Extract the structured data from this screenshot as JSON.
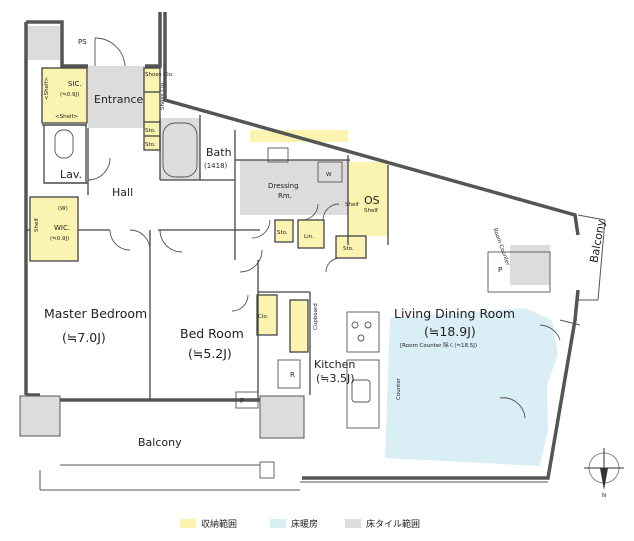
{
  "colors": {
    "storage": "#fbf3b0",
    "floor_heating": "#daeef6",
    "tile": "#dcdcdc",
    "wall": "#555555",
    "line": "#444444"
  },
  "rooms": {
    "ps": "PS",
    "sic": "SIC.",
    "sic_area": "(≒0.9J)",
    "shelf_left": "<Shelf>",
    "shelf_bottom": "<Shelf>",
    "entrance": "Entrance",
    "shoes_clo_1": "Shoes Clo.",
    "shoes_clo_2": "Shoes Clo.",
    "sto_entrance_1": "Sto.",
    "sto_entrance_2": "Sto.",
    "bath": "Bath",
    "bath_size": "(1418)",
    "lav": "Lav.",
    "hall": "Hall",
    "dressing_1": "Dressing",
    "dressing_2": "Rm.",
    "w": "W",
    "os": "OS",
    "os_shelf": "Shelf",
    "os_shelf_left": "Shelf",
    "sto_dressing": "Sto.",
    "lin": "Lin.",
    "sto_os": "Sto.",
    "wic": "WIC.",
    "wic_area": "(≒0.9J)",
    "wic_w": "(W)",
    "wic_shelf": "Shelf",
    "master_bedroom": "Master Bedroom",
    "master_area": "(≒7.0J)",
    "bed_room": "Bed Room",
    "bed_area": "(≒5.2J)",
    "clo": "Clo.",
    "cupboard": "Cupboard",
    "kitchen": "Kitchen",
    "kitchen_area": "(≒3.5J)",
    "r": "R",
    "counter": "Counter",
    "living": "Living Dining Room",
    "living_area": "(≒18.9J)",
    "living_note": "[Room Counter 除く(≒18.5J)",
    "room_counter": "Room Counter",
    "p_right": "P",
    "p_bottom": "P",
    "balcony_right": "Balcony",
    "balcony_bottom": "Balcony",
    "north": "N"
  },
  "legend": [
    {
      "label": "収納範囲",
      "color": "#fbf3b0"
    },
    {
      "label": "床暖房",
      "color": "#daeef6"
    },
    {
      "label": "床タイル範囲",
      "color": "#dcdcdc"
    }
  ]
}
